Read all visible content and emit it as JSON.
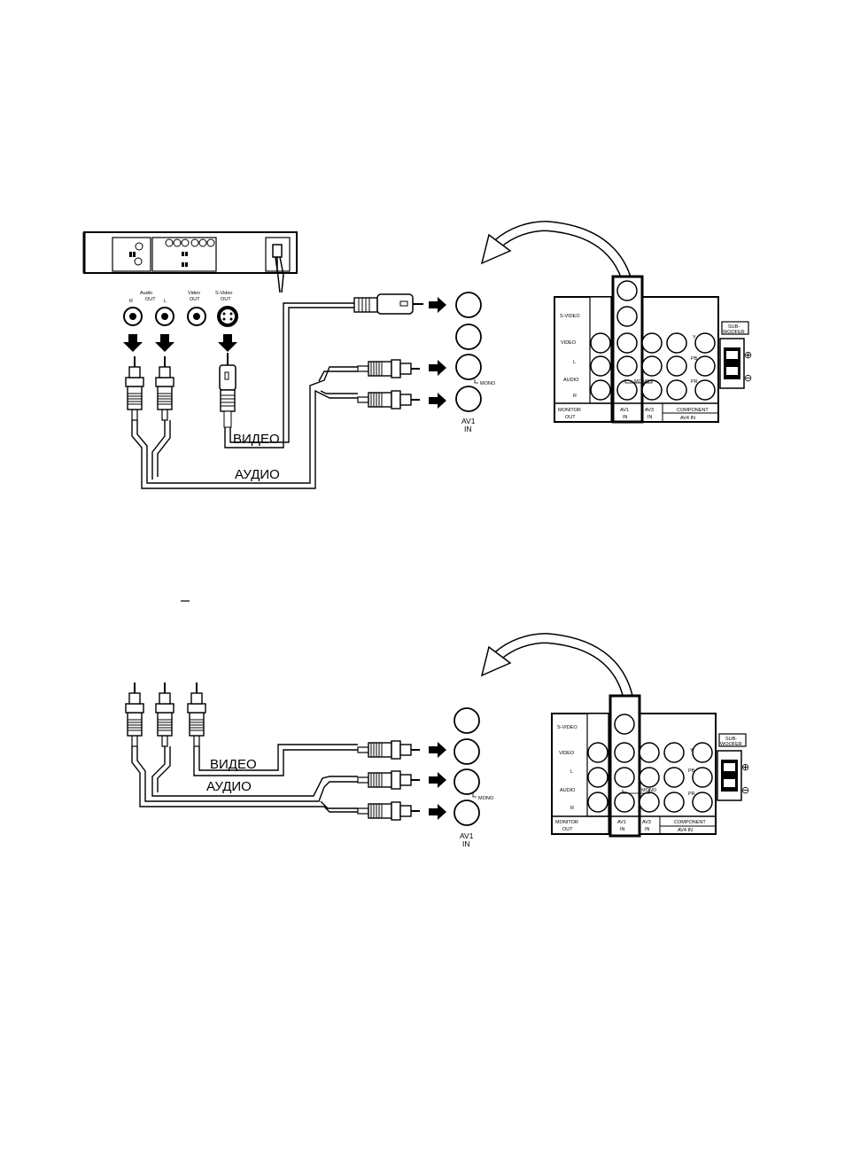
{
  "diagram_1": {
    "vcr_jacks": {
      "audio_out": "Audio OUT",
      "audio_out_top": "Audio",
      "audio_out_bottom": "OUT",
      "r": "R",
      "l": "L",
      "video_out_top": "Video",
      "video_out_bottom": "OUT",
      "svideo_out_top": "S-Video",
      "svideo_out_bottom": "OUT"
    },
    "cable_video": "ВИДЕО",
    "cable_audio": "АУДИО",
    "av1_label_top": "AV1",
    "av1_label_bottom": "IN",
    "mono": "MONO"
  },
  "diagram_2": {
    "cable_video": "ВИДЕО",
    "cable_audio": "АУДИО",
    "av1_label_top": "AV1",
    "av1_label_bottom": "IN",
    "mono": "MONO"
  },
  "panel": {
    "svideo": "S-VIDEO",
    "video": "VIDEO",
    "l": "L",
    "audio": "AUDIO",
    "r": "R",
    "monitor_out_top": "MONITOR",
    "monitor_out_bottom": "OUT",
    "av1_top": "AV1",
    "av1_bottom": "IN",
    "av3_top": "AV3",
    "av3_bottom": "IN",
    "component": "COMPONENT",
    "av4_in": "AV4   IN",
    "y": "Y",
    "pb": "PB",
    "pr": "PR",
    "mono": "MONO",
    "subwoofer_top": "SUB-",
    "subwoofer_bottom": "WOOFER",
    "plus": "⊕",
    "minus": "⊖"
  }
}
